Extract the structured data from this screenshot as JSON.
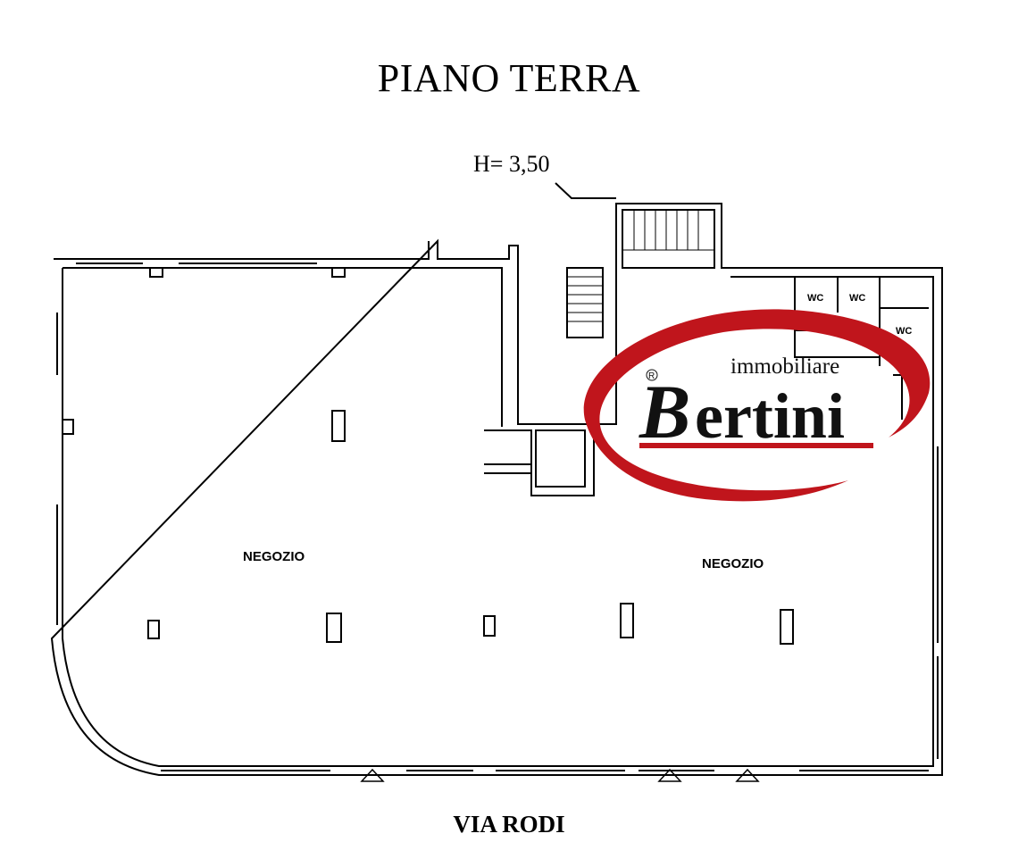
{
  "title": "PIANO TERRA",
  "height_note": "H= 3,50",
  "street_label": "VIA RODI",
  "rooms": [
    {
      "label": "NEGOZIO"
    },
    {
      "label": "NEGOZIO"
    }
  ],
  "wc_labels": [
    "WC",
    "WC",
    "WC"
  ],
  "logo": {
    "initial": "B",
    "name_rest": "ertini",
    "tagline": "immobiliare",
    "registered_mark": "R",
    "accent_color": "#c0151c"
  }
}
